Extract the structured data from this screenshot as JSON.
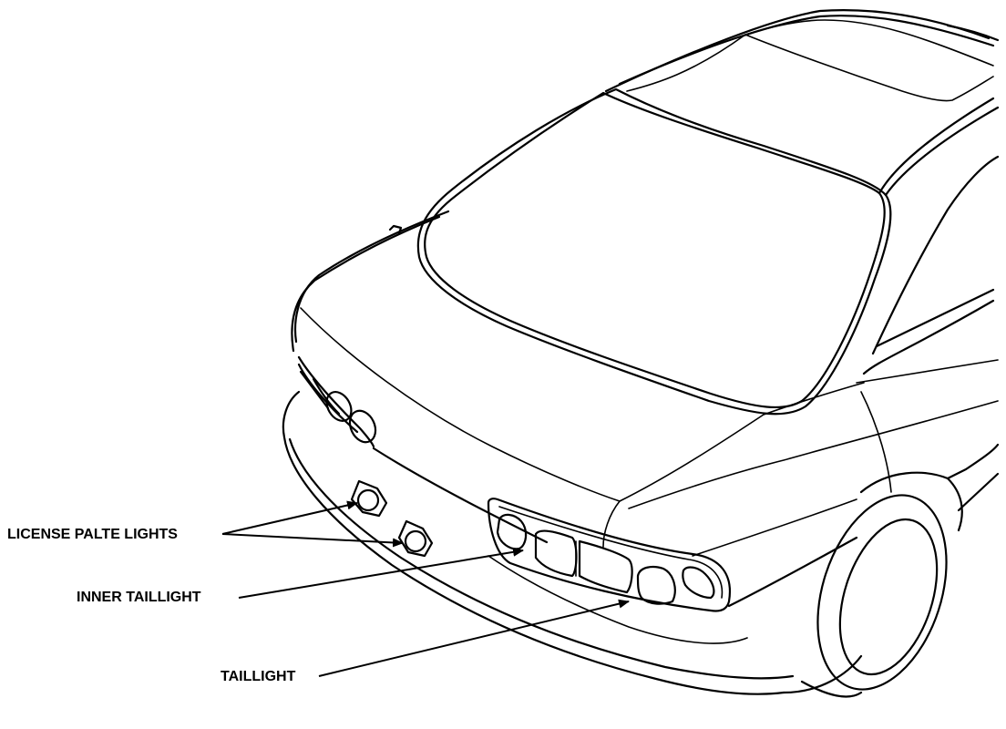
{
  "diagram": {
    "callouts": [
      {
        "id": "license",
        "label": "LICENSE PALTE LIGHTS"
      },
      {
        "id": "inner",
        "label": "INNER TAILLIGHT"
      },
      {
        "id": "tail",
        "label": "TAILLIGHT"
      }
    ]
  }
}
